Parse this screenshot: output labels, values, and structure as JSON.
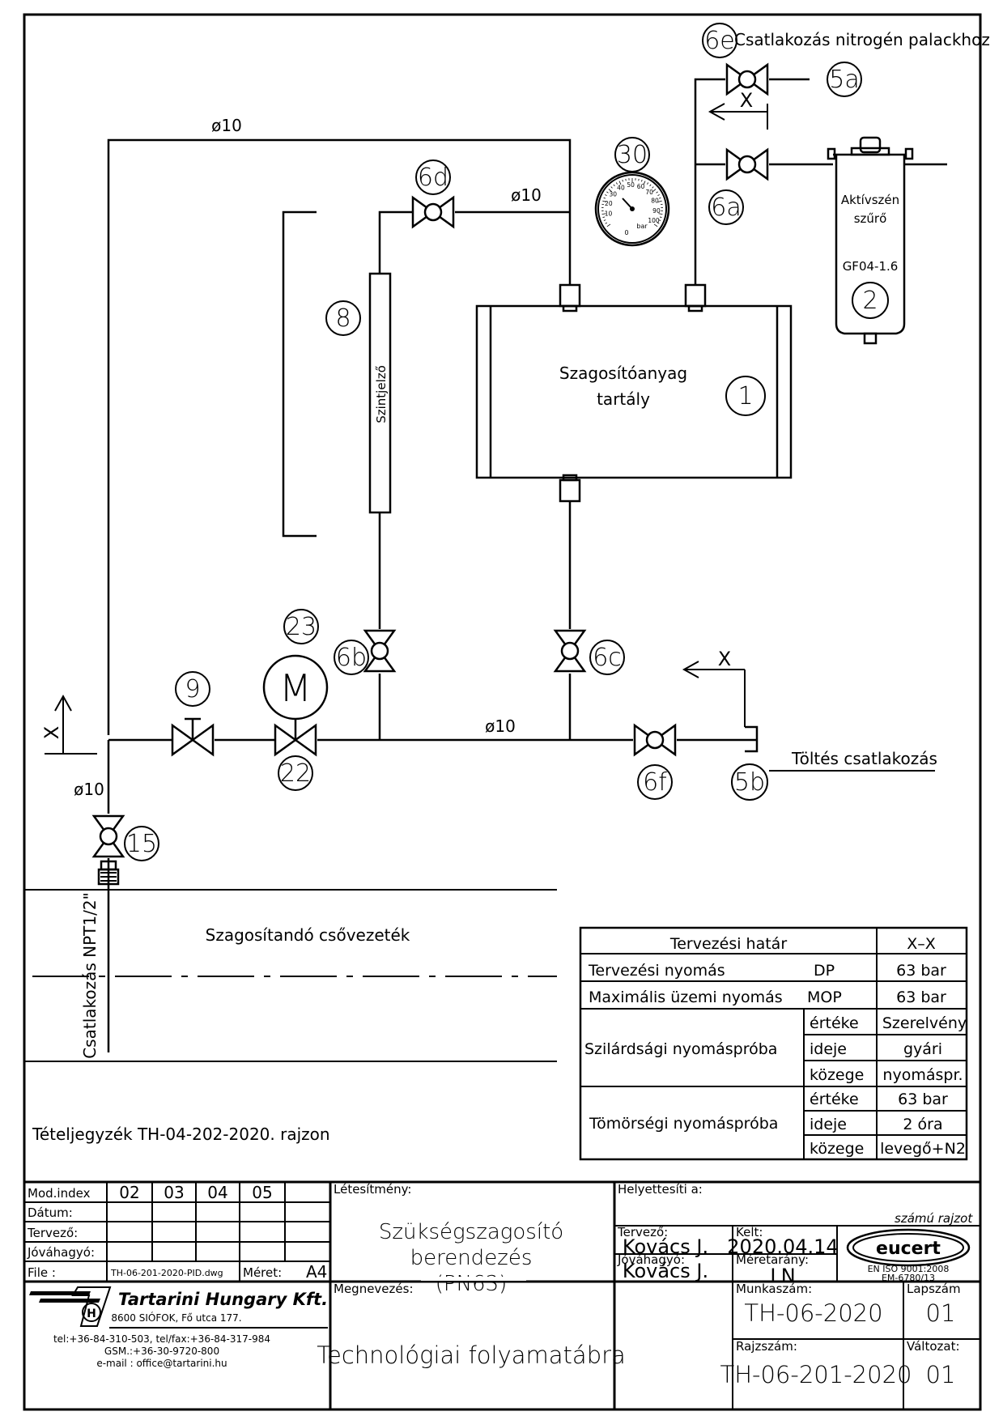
{
  "labels": {
    "n2_connection": "Csatlakozás nitrogén palackhoz",
    "filling_connection": "Töltés csatlakozás",
    "tank_line1": "Szagosítóanyag",
    "tank_line2": "tartály",
    "level_indicator": "Szintjelző",
    "filter_line1": "Aktívszén",
    "filter_line2": "szűrő",
    "filter_model": "GF04-1.6",
    "pipeline": "Szagosítandó csővezeték",
    "pipeline_connection": "Csatlakozás NPT1/2\"",
    "item_list_ref": "Tételjegyzék TH-04-202-2020. rajzon",
    "boundary_mark": "X",
    "motor_letter": "M",
    "pipe_d_top": "ø10",
    "pipe_d_mid": "ø10",
    "pipe_d_bottom": "ø10",
    "pipe_d_left": "ø10"
  },
  "gauge": {
    "scale": [
      "10",
      "20",
      "30",
      "40",
      "50",
      "60",
      "70",
      "80",
      "90",
      "100"
    ],
    "zero": "0",
    "unit": "bar"
  },
  "tags": {
    "t6e": "6e",
    "t5a": "5a",
    "t30": "30",
    "t6d": "6d",
    "t6a": "6a",
    "t2": "2",
    "t8": "8",
    "t1": "1",
    "t23": "23",
    "t6b": "6b",
    "t6c": "6c",
    "t9": "9",
    "t22": "22",
    "t6f": "6f",
    "t5b": "5b",
    "t15": "15"
  },
  "design_table": {
    "boundary_label": "Tervezési határ",
    "boundary_value": "X–X",
    "rows": [
      {
        "label": "Tervezési nyomás",
        "code": "DP",
        "value": "63 bar"
      },
      {
        "label": "Maximális üzemi nyomás",
        "code": "MOP",
        "value": "63 bar"
      }
    ],
    "strength_test": {
      "label": "Szilárdsági nyomáspróba",
      "keys": [
        "értéke",
        "ideje",
        "közege"
      ],
      "values": [
        "Szerelvény",
        "gyári",
        "nyomáspr."
      ]
    },
    "tightness_test": {
      "label": "Tömörségi nyomáspróba",
      "keys": [
        "értéke",
        "ideje",
        "közege"
      ],
      "values": [
        "63 bar",
        "2 óra",
        "levegő+N2"
      ]
    }
  },
  "title_block": {
    "mod_index_label": "Mod.index",
    "mod_indexes": [
      "02",
      "03",
      "04",
      "05"
    ],
    "date_label": "Dátum:",
    "designer_label": "Tervező:",
    "approver_label": "Jóváhagyó:",
    "file_label": "File :",
    "file_name": "TH-06-201-2020-PID.dwg",
    "size_label": "Méret:",
    "size_value": "A4",
    "facility_label": "Létesítmény:",
    "facility_line1": "Szükségszagosító",
    "facility_line2": "berendezés",
    "facility_line3": "(PN63)",
    "replaces_label": "Helyettesíti a:",
    "numbered_drawing": "számú rajzot",
    "designer_label2": "Tervező:",
    "designer_name": "Kovács J.",
    "approver_label2": "Jóváhagyó:",
    "approver_name": "Kovács J.",
    "date_label2": "Kelt:",
    "date_value": "2020.04.14",
    "scale_label": "Méretarány:",
    "scale_value": "LN",
    "cert_brand": "eucert",
    "cert_std": "EN ISO 9001:2008",
    "cert_no": "EM-6780/13",
    "name_label": "Megnevezés:",
    "drawing_title": "Technológiai folyamatábra",
    "job_label": "Munkaszám:",
    "job_no": "TH-06-2020",
    "sheet_label": "Lapszám",
    "sheet_no": "01",
    "drawing_no_label": "Rajzszám:",
    "drawing_no": "TH-06-201-2020",
    "version_label": "Változat:",
    "version_no": "01",
    "company_name": "Tartarini Hungary Kft.",
    "company_address": "8600 SIÓFOK, Fő utca 177.",
    "company_phone": "tel:+36-84-310-503, tel/fax:+36-84-317-984",
    "company_gsm": "GSM.:+36-30-9720-800",
    "company_email": "e-mail : office@tartarini.hu"
  }
}
